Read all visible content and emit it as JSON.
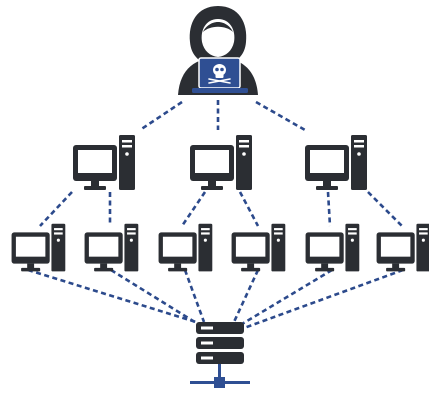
{
  "diagram": {
    "nodes": [
      {
        "id": "hacker",
        "type": "hacker",
        "icon": "hooded-hacker-icon",
        "screen_icon": "skull-icon"
      },
      {
        "id": "tier1-pc-1",
        "type": "desktop",
        "icon": "desktop-computer-icon"
      },
      {
        "id": "tier1-pc-2",
        "type": "desktop",
        "icon": "desktop-computer-icon"
      },
      {
        "id": "tier1-pc-3",
        "type": "desktop",
        "icon": "desktop-computer-icon"
      },
      {
        "id": "tier2-pc-1",
        "type": "desktop",
        "icon": "desktop-computer-icon"
      },
      {
        "id": "tier2-pc-2",
        "type": "desktop",
        "icon": "desktop-computer-icon"
      },
      {
        "id": "tier2-pc-3",
        "type": "desktop",
        "icon": "desktop-computer-icon"
      },
      {
        "id": "tier2-pc-4",
        "type": "desktop",
        "icon": "desktop-computer-icon"
      },
      {
        "id": "tier2-pc-5",
        "type": "desktop",
        "icon": "desktop-computer-icon"
      },
      {
        "id": "tier2-pc-6",
        "type": "desktop",
        "icon": "desktop-computer-icon"
      },
      {
        "id": "server",
        "type": "server",
        "icon": "server-rack-icon"
      }
    ],
    "edges": [
      [
        "hacker",
        "tier1-pc-1"
      ],
      [
        "hacker",
        "tier1-pc-2"
      ],
      [
        "hacker",
        "tier1-pc-3"
      ],
      [
        "tier1-pc-1",
        "tier2-pc-1"
      ],
      [
        "tier1-pc-1",
        "tier2-pc-2"
      ],
      [
        "tier1-pc-2",
        "tier2-pc-3"
      ],
      [
        "tier1-pc-2",
        "tier2-pc-4"
      ],
      [
        "tier1-pc-3",
        "tier2-pc-5"
      ],
      [
        "tier1-pc-3",
        "tier2-pc-6"
      ],
      [
        "tier2-pc-1",
        "server"
      ],
      [
        "tier2-pc-2",
        "server"
      ],
      [
        "tier2-pc-3",
        "server"
      ],
      [
        "tier2-pc-4",
        "server"
      ],
      [
        "tier2-pc-5",
        "server"
      ],
      [
        "tier2-pc-6",
        "server"
      ]
    ],
    "colors": {
      "icon_dark": "#2b2e33",
      "accent_blue": "#2f4f93",
      "connector_blue": "#2c4a8c",
      "background": "#ffffff"
    }
  }
}
